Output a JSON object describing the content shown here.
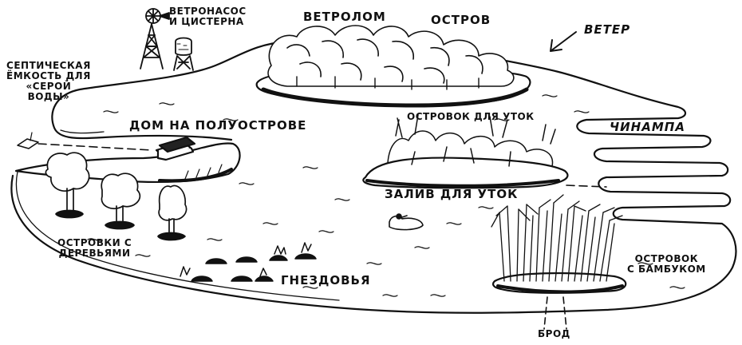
{
  "labels": {
    "windmill": "ВЕТРОНАСОС\nИ ЦИСТЕРНА",
    "windbreak": "ВЕТРОЛОМ",
    "island": "ОСТРОВ",
    "wind": "ВЕТЕР",
    "septic": "СЕПТИЧЕСКАЯ\nЁМКОСТЬ ДЛЯ\n«СЕРОЙ\nВОДЫ»",
    "peninsula_house": "ДОМ НА ПОЛУОСТРОВЕ",
    "duck_island": "ОСТРОВОК ДЛЯ УТОК",
    "chinampa": "ЧИНАМПА",
    "duck_bay": "ЗАЛИВ ДЛЯ УТОК",
    "tree_islands": "ОСТРОВКИ С\nДЕРЕВЬЯМИ",
    "nesting": "ГНЕЗДОВЬЯ",
    "bamboo_island": "ОСТРОВОК\nС БАМБУКОМ",
    "ford": "БРОД"
  },
  "colors": {
    "ink": "#111111",
    "paper": "#ffffff"
  }
}
